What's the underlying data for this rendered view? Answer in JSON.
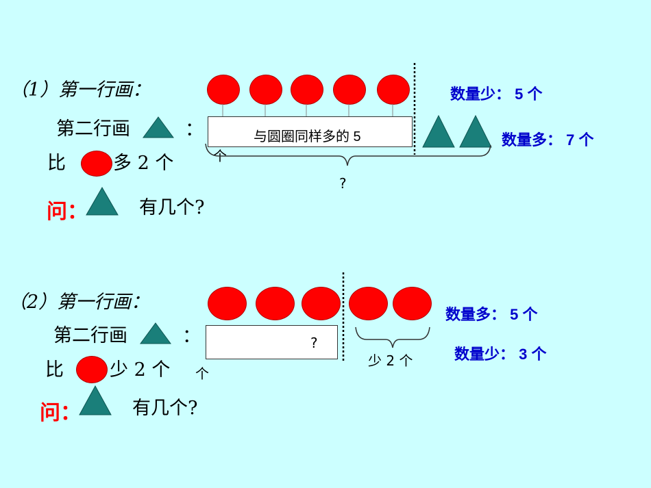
{
  "problem1": {
    "label_first_row": "（1）第一行画：",
    "label_second_row": "第二行画",
    "colon": "：",
    "compare_bi": "比",
    "compare_more": "多 2 个",
    "ask": "问：",
    "ask_rest": "有几个?",
    "box_text": "与圆圈同样多的 5",
    "box_sub": "个",
    "question_mark": "?",
    "fewer_label": "数量少： 5 个",
    "more_label": "数量多： 7 个"
  },
  "problem2": {
    "label_first_row": "（2）第一行画：",
    "label_second_row": "第二行画",
    "colon": "：",
    "compare_bi": "比",
    "compare_less": "少 2 个",
    "ask": "问：",
    "ask_rest": "有几个?",
    "box_text": "?",
    "box_sub": "个",
    "brace_label": "少 2 个",
    "more_label": "数量多： 5 个",
    "fewer_label": "数量少： 3 个"
  },
  "colors": {
    "background": "#ccffff",
    "circle": "#ff0000",
    "triangle": "#1a7f7a",
    "accent_text": "#0000cc",
    "question_text": "#ff0000"
  },
  "icons": [
    "red-circle-icon",
    "teal-triangle-icon"
  ]
}
